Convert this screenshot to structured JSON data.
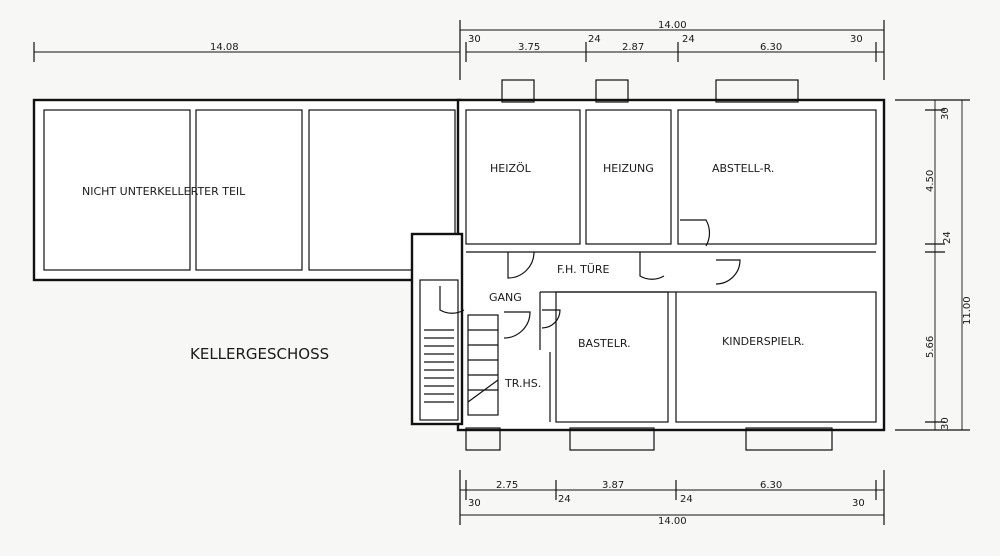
{
  "plan": {
    "title": "KELLERGESCHOSS",
    "rooms": {
      "unexcavated": "NICHT UNTERKELLERTER TEIL",
      "heating_oil": "HEIZÖL",
      "heating": "HEIZUNG",
      "storage": "ABSTELL-R.",
      "fire_door": "F.H. TÜRE",
      "corridor": "GANG",
      "stairwell": "TR.HS.",
      "hobby": "BASTELR.",
      "playroom": "KINDERSPIELR."
    },
    "dimensions": {
      "top_total": "14.00",
      "top_left_total": "14.08",
      "top_segments": [
        "30",
        "3.75",
        "24",
        "2.87",
        "24",
        "6.30",
        "30"
      ],
      "bottom_total": "14.00",
      "bottom_segments": [
        "30",
        "2.75",
        "24",
        "3.87",
        "24",
        "6.30",
        "30"
      ],
      "right_total": "11.00",
      "right_segments": [
        "30",
        "4.50",
        "24",
        "5.66",
        "30"
      ]
    }
  }
}
